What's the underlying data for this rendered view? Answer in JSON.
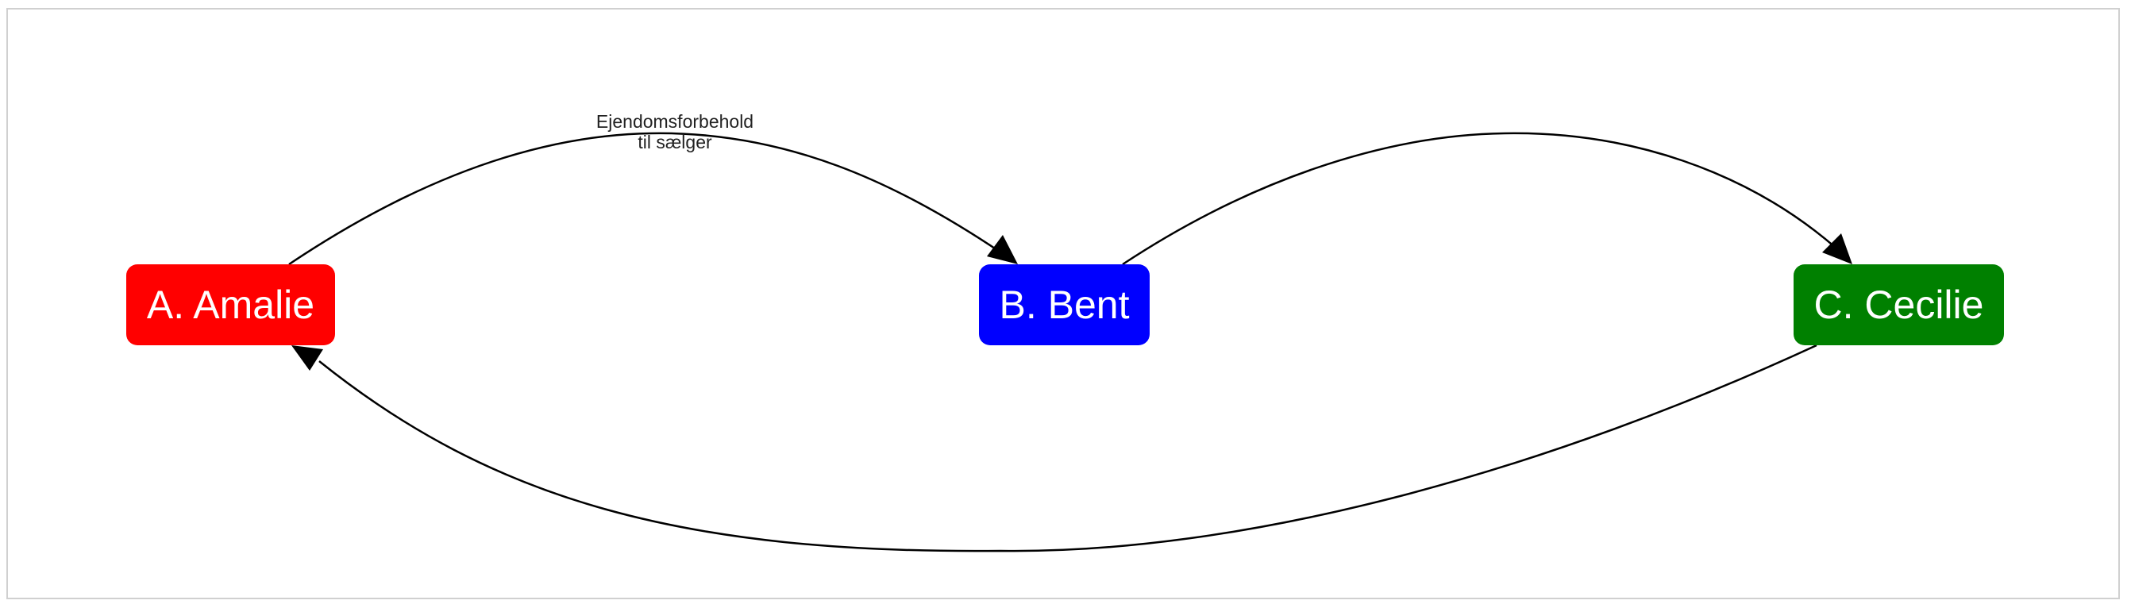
{
  "nodes": [
    {
      "id": "A",
      "label": "A. Amalie",
      "color": "#ff0000"
    },
    {
      "id": "B",
      "label": "B. Bent",
      "color": "#0000ff"
    },
    {
      "id": "C",
      "label": "C. Cecilie",
      "color": "#008000"
    }
  ],
  "edges": [
    {
      "from": "A",
      "to": "B",
      "label_lines": [
        "Ejendomsforbehold",
        "til sælger"
      ]
    },
    {
      "from": "B",
      "to": "C",
      "label_lines": []
    },
    {
      "from": "C",
      "to": "A",
      "label_lines": []
    }
  ],
  "colors": {
    "edge": "#000000",
    "label_text": "#222222",
    "frame_border": "#d0d0d0"
  }
}
